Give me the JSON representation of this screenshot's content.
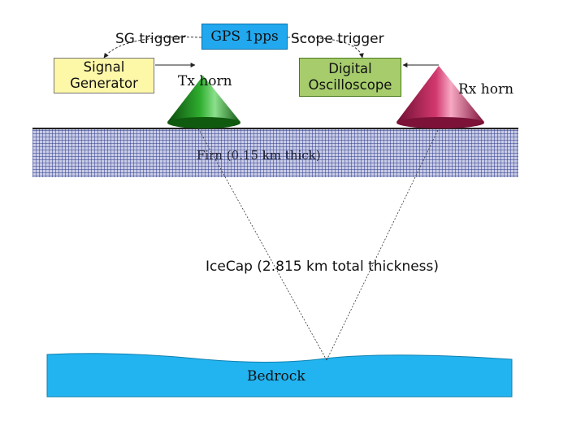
{
  "boxes": {
    "gps": "GPS 1pps",
    "signal_generator": [
      "Signal",
      "Generator"
    ],
    "oscilloscope": [
      "Digital",
      "Oscilloscope"
    ]
  },
  "labels": {
    "sg_trigger": "SG trigger",
    "scope_trigger": "Scope trigger",
    "tx_horn": "Tx horn",
    "rx_horn": "Rx horn",
    "firn": "Firn (0.15 km thick)",
    "icecap": "IceCap (2.815 km total thickness)",
    "bedrock": "Bedrock"
  },
  "colors": {
    "gps_box": "#22a8ee",
    "signal_generator_box": "#fdf7a8",
    "oscilloscope_box": "#a6cc6c",
    "tx_horn": "#1f8a1f",
    "rx_horn": "#c0285a",
    "firn_layer": "#2a3a8a",
    "bedrock": "#22b4f0"
  }
}
